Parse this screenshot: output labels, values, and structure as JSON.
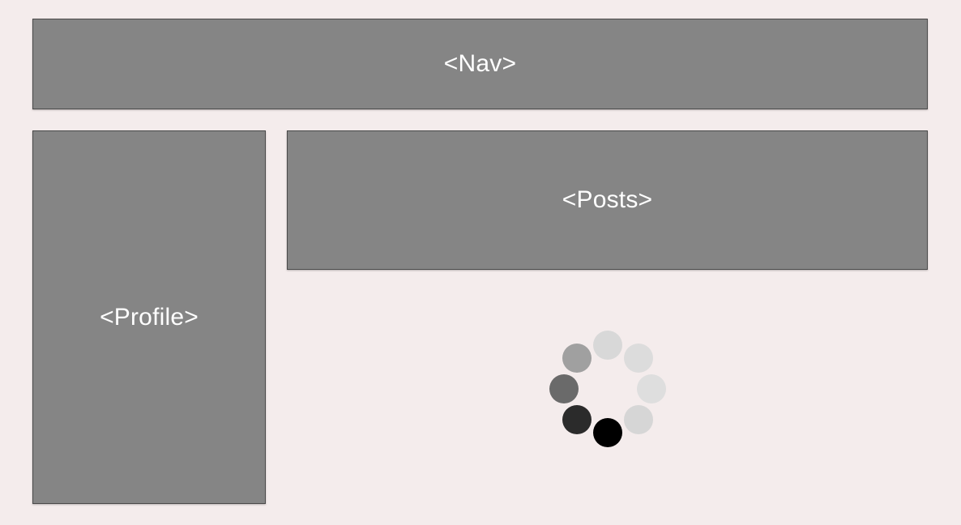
{
  "layout_labels": {
    "nav": "<Nav>",
    "profile": "<Profile>",
    "posts": "<Posts>"
  },
  "spinner": {
    "dot_colors": [
      "#d8d8d8",
      "#dcdcdc",
      "#dedede",
      "#d6d6d6",
      "#000000",
      "#2b2b2b",
      "#6a6a6a",
      "#a0a0a0"
    ]
  },
  "colors": {
    "background": "#f4ecec",
    "box_fill": "#858585",
    "box_border": "#4a4a4a",
    "label_text": "#ffffff"
  }
}
